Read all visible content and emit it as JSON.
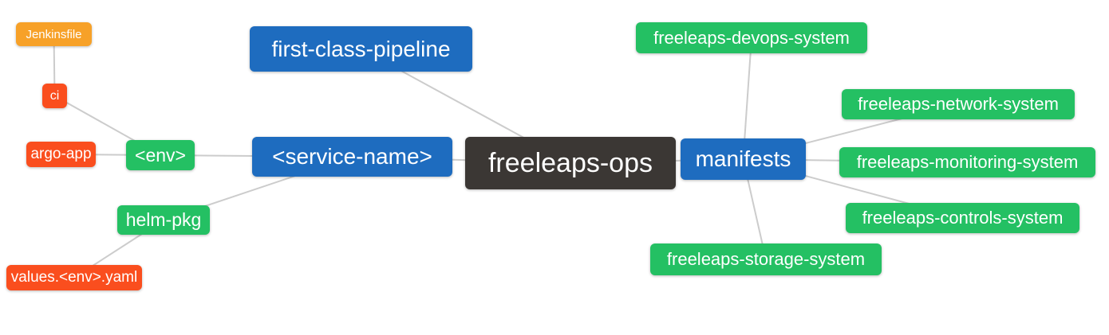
{
  "diagram": {
    "type": "mindmap",
    "edge_color": "#CCCCCC",
    "palette": {
      "orange": "#F7A128",
      "red": "#FA4E1E",
      "green": "#24C063",
      "blue": "#1E6CBF",
      "dark": "#3B3734"
    },
    "nodes": {
      "jenkinsfile": {
        "label": "Jenkinsfile",
        "color": "#F7A128"
      },
      "ci": {
        "label": "ci",
        "color": "#FA4E1E"
      },
      "argo_app": {
        "label": "argo-app",
        "color": "#FA4E1E"
      },
      "env": {
        "label": "<env>",
        "color": "#24C063"
      },
      "helm_pkg": {
        "label": "helm-pkg",
        "color": "#24C063"
      },
      "values_env_yaml": {
        "label": "values.<env>.yaml",
        "color": "#FA4E1E"
      },
      "first_class_pipeline": {
        "label": "first-class-pipeline",
        "color": "#1E6CBF"
      },
      "service_name": {
        "label": "<service-name>",
        "color": "#1E6CBF"
      },
      "freeleaps_ops": {
        "label": "freeleaps-ops",
        "color": "#3B3734"
      },
      "manifests": {
        "label": "manifests",
        "color": "#1E6CBF"
      },
      "devops_system": {
        "label": "freeleaps-devops-system",
        "color": "#24C063"
      },
      "network_system": {
        "label": "freeleaps-network-system",
        "color": "#24C063"
      },
      "monitoring_system": {
        "label": "freeleaps-monitoring-system",
        "color": "#24C063"
      },
      "controls_system": {
        "label": "freeleaps-controls-system",
        "color": "#24C063"
      },
      "storage_system": {
        "label": "freeleaps-storage-system",
        "color": "#24C063"
      }
    },
    "edges": [
      [
        "jenkinsfile",
        "ci"
      ],
      [
        "ci",
        "env"
      ],
      [
        "argo_app",
        "env"
      ],
      [
        "env",
        "service_name"
      ],
      [
        "helm_pkg",
        "service_name"
      ],
      [
        "values_env_yaml",
        "helm_pkg"
      ],
      [
        "first_class_pipeline",
        "freeleaps_ops"
      ],
      [
        "service_name",
        "freeleaps_ops"
      ],
      [
        "freeleaps_ops",
        "manifests"
      ],
      [
        "manifests",
        "devops_system"
      ],
      [
        "manifests",
        "network_system"
      ],
      [
        "manifests",
        "monitoring_system"
      ],
      [
        "manifests",
        "controls_system"
      ],
      [
        "manifests",
        "storage_system"
      ]
    ]
  }
}
